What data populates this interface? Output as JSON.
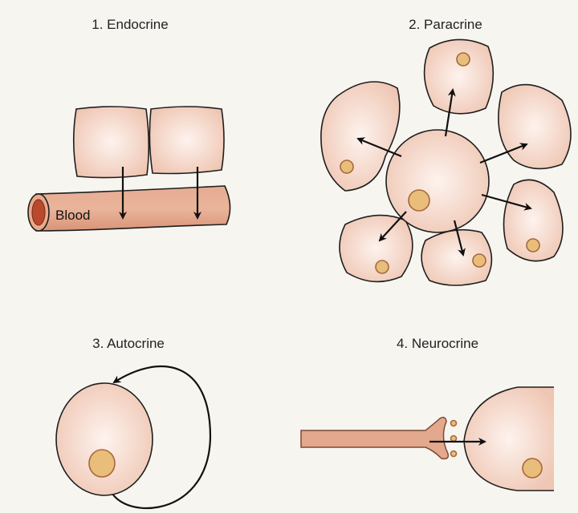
{
  "panels": {
    "endocrine": {
      "title": "1. Endocrine",
      "vessel_label": "Blood"
    },
    "paracrine": {
      "title": "2. Paracrine"
    },
    "autocrine": {
      "title": "3. Autocrine"
    },
    "neurocrine": {
      "title": "4. Neurocrine"
    }
  },
  "colors": {
    "background": "#f7f5f0",
    "cell": "#f2cdbc",
    "vessel": "#e0a184",
    "nucleus": "#e9bd7a"
  }
}
